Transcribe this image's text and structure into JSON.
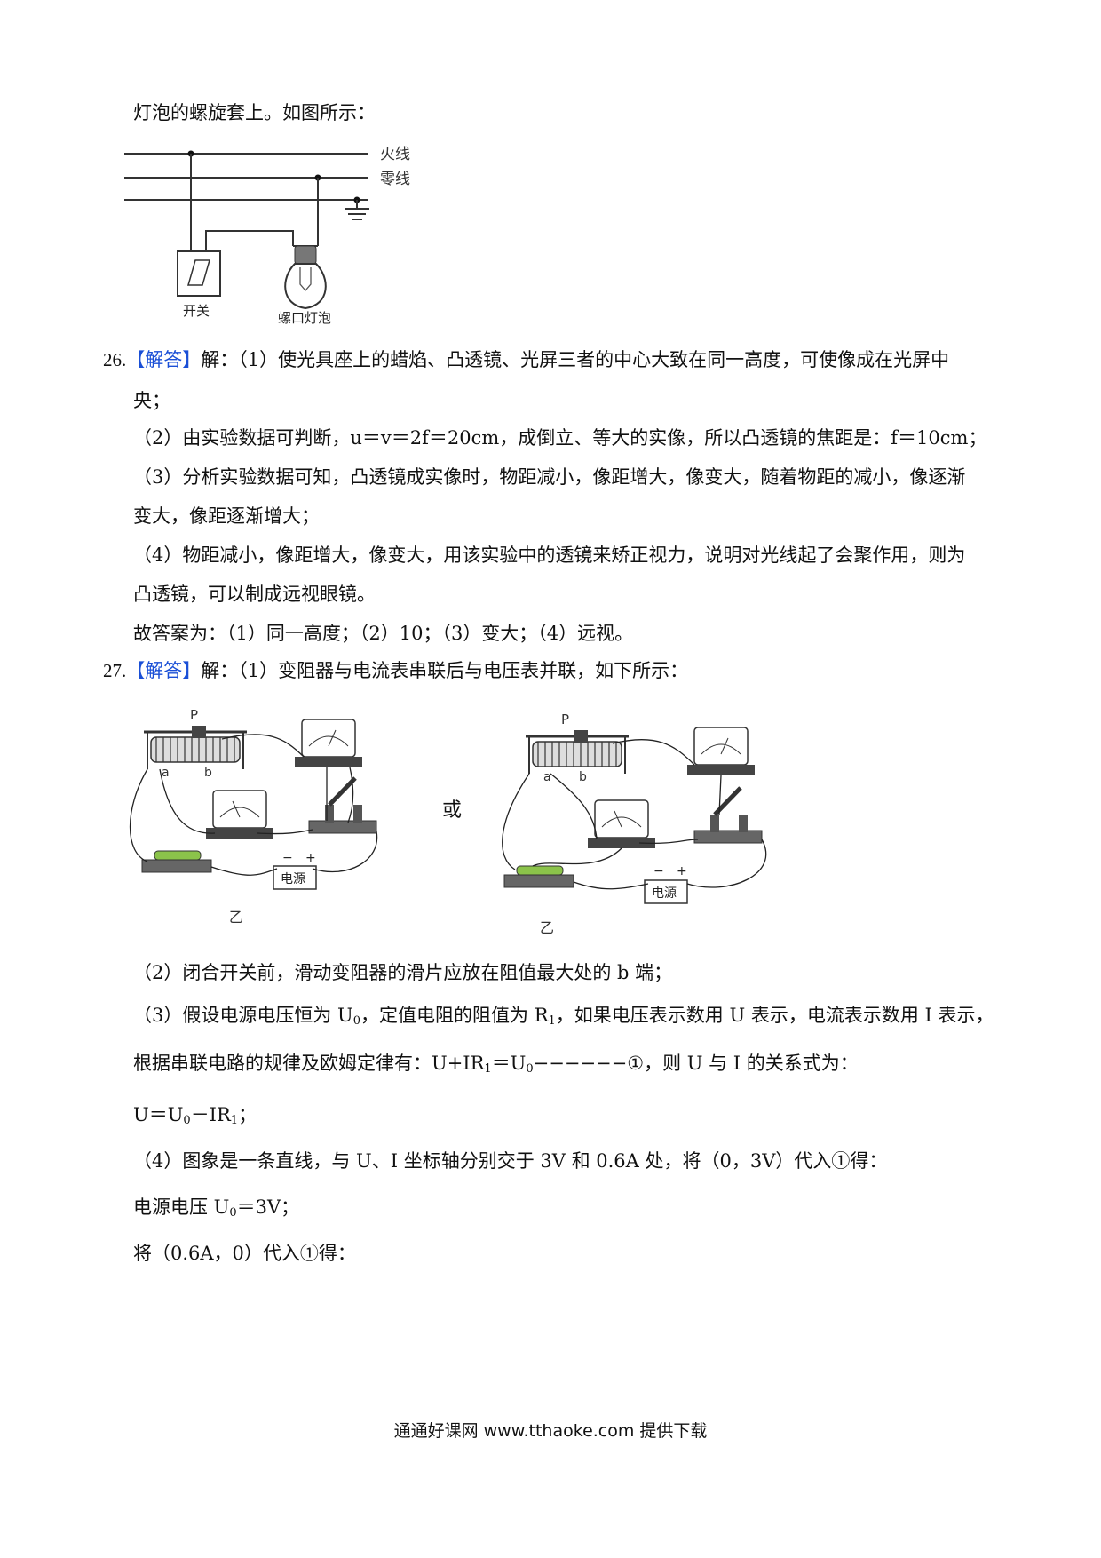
{
  "intro_text": "灯泡的螺旋套上。如图所示：",
  "wiring": {
    "live_label": "火线",
    "neutral_label": "零线",
    "switch_label": "开关",
    "bulb_label": "螺口灯泡"
  },
  "q26": {
    "number": "26.",
    "tag": "【解答】",
    "line1": "解：（1）使光具座上的蜡焰、凸透镜、光屏三者的中心大致在同一高度，可使像成在光屏中",
    "line2": "央；",
    "line3": "（2）由实验数据可判断，u＝v＝2f＝20cm，成倒立、等大的实像，所以凸透镜的焦距是：f＝10cm；",
    "line4": "（3）分析实验数据可知，凸透镜成实像时，物距减小，像距增大，像变大，随着物距的减小，像逐渐",
    "line5": "变大，像距逐渐增大；",
    "line6": "（4）物距减小，像距增大，像变大，用该实验中的透镜来矫正视力，说明对光线起了会聚作用，则为",
    "line7": "凸透镜，可以制成远视眼镜。",
    "answer": "故答案为：（1）同一高度；（2）10；（3）变大；（4）远视。"
  },
  "q27": {
    "number": "27.",
    "tag": "【解答】",
    "line1": "解：（1）变阻器与电流表串联后与电压表并联，如下所示：",
    "circuit": {
      "label_p": "P",
      "label_a": "a",
      "label_b": "b",
      "power_label": "电源",
      "minus": "−",
      "plus": "+",
      "caption": "乙",
      "or_label": "或"
    },
    "line2": "（2）闭合开关前，滑动变阻器的滑片应放在阻值最大处的 b 端；",
    "l3a": "（3）假设电源电压恒为 U",
    "l3b": "，定值电阻的阻值为 R",
    "l3c": "，如果电压表示数用 U 表示，电流表示数用 I 表示，",
    "l4a": "根据串联电路的规律及欧姆定律有：U+IR",
    "l4b": "＝U",
    "l4c": "−−−−−−①，则 U 与 I 的关系式为：",
    "l5a": "U＝U",
    "l5b": "－IR",
    "l5c": "；",
    "line6": "（4）图象是一条直线，与 U、I 坐标轴分别交于 3V 和 0.6A 处，将（0，3V）代入①得：",
    "l7a": "电源电压 U",
    "l7b": "＝3V；",
    "line8": "将（0.6A，0）代入①得：",
    "sub0": "0",
    "sub1": "1"
  },
  "footer": "通通好课网  www.tthaoke.com  提供下载"
}
